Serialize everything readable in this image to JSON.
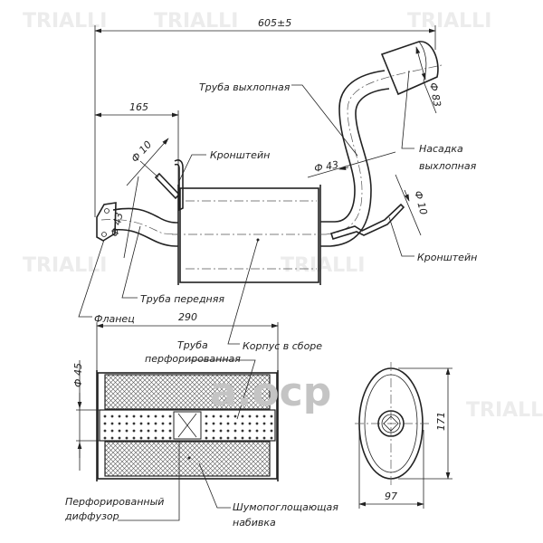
{
  "watermarks": {
    "brand": "TRIALLI",
    "site": "a.ocp"
  },
  "top_view": {
    "dim_overall": "605±5",
    "dim_flange": "165",
    "dia_bracket_left": "Ф 10",
    "dia_front_pipe": "Ф 43",
    "dia_exhaust_pipe": "Ф 43",
    "dia_tip": "Ф 83",
    "dia_bracket_right": "Ф 10",
    "labels": {
      "exhaust_pipe": "Труба выхлопная",
      "bracket_left": "Кронштейн",
      "tip_line1": "Насадка",
      "tip_line2": "выхлопная",
      "bracket_right": "Кронштейн",
      "front_pipe": "Труба передняя",
      "flange": "Фланец",
      "body": "Корпус в сборе"
    }
  },
  "section_view": {
    "dim_length": "290",
    "dia_tube": "Ф 45",
    "perf_tube_line1": "Труба",
    "perf_tube_line2": "перфорированная",
    "diffuser_line1": "Перфорированный",
    "diffuser_line2": "диффузор",
    "packing_line1": "Шумопоглощающая",
    "packing_line2": "набивка"
  },
  "end_view": {
    "dim_height": "171",
    "dim_width": "97"
  }
}
